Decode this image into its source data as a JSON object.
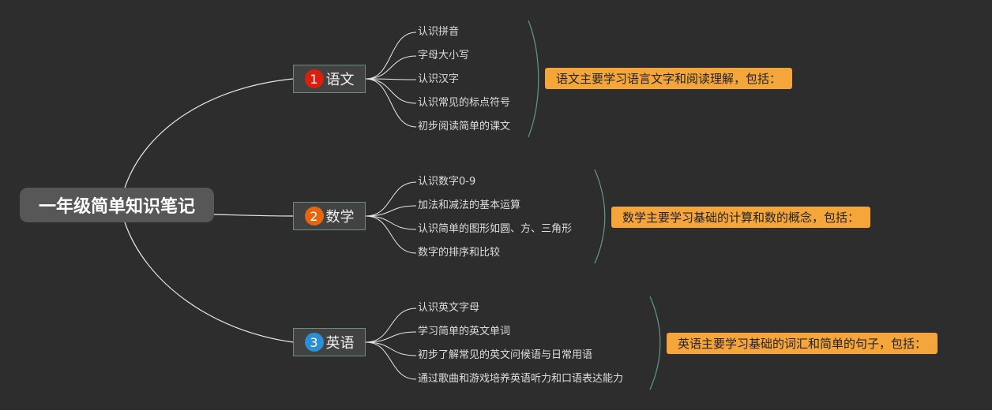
{
  "root": {
    "label": "一年级简单知识笔记"
  },
  "colors": {
    "background": "#2d2d2d",
    "summary": "#f5a63a",
    "bracket": "#5f9a84"
  },
  "branches": [
    {
      "number": "1",
      "label": "语文",
      "badge_color": "#d9200f",
      "items": [
        "认识拼音",
        "字母大小写",
        "认识汉字",
        "认识常见的标点符号",
        "初步阅读简单的课文"
      ],
      "summary": "语文主要学习语言文字和阅读理解，包括："
    },
    {
      "number": "2",
      "label": "数学",
      "badge_color": "#e8650f",
      "items": [
        "认识数字0-9",
        "加法和减法的基本运算",
        "认识简单的图形如圆、方、三角形",
        "数字的排序和比较"
      ],
      "summary": "数学主要学习基础的计算和数的概念，包括："
    },
    {
      "number": "3",
      "label": "英语",
      "badge_color": "#2a8fd4",
      "items": [
        "认识英文字母",
        "学习简单的英文单词",
        "初步了解常见的英文问候语与日常用语",
        "通过歌曲和游戏培养英语听力和口语表达能力"
      ],
      "summary": "英语主要学习基础的词汇和简单的句子，包括："
    }
  ]
}
